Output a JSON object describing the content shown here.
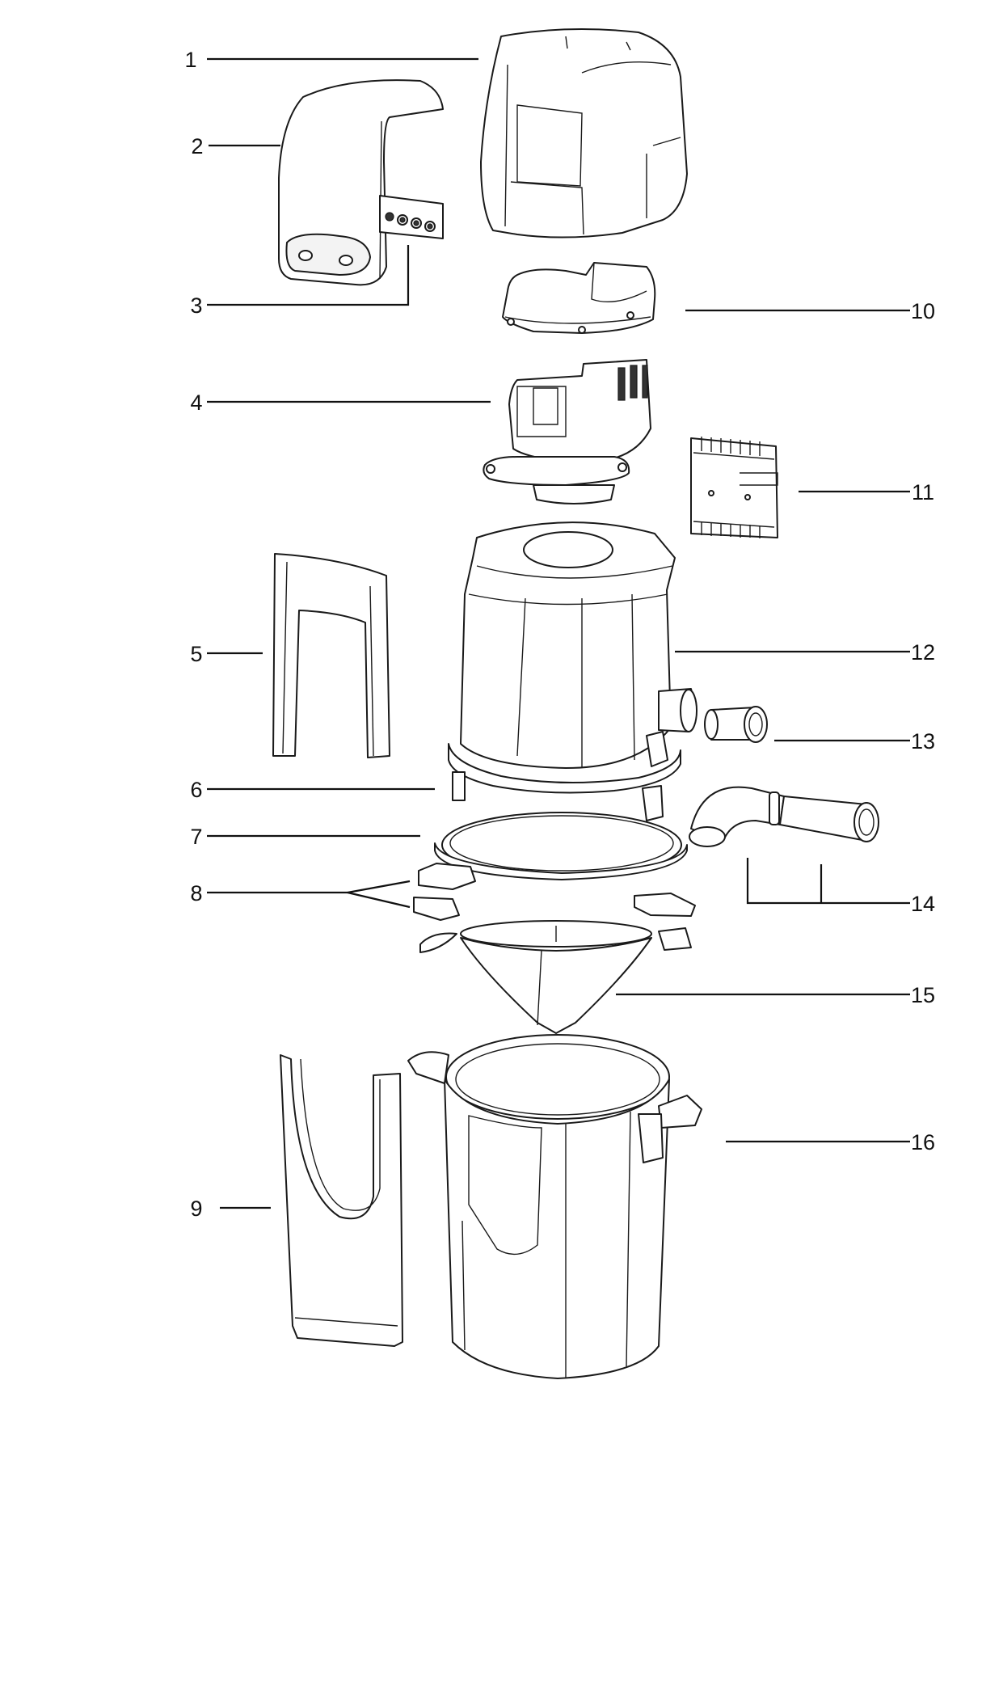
{
  "diagram": {
    "type": "exploded-parts-view",
    "callouts": [
      {
        "id": "1",
        "label": "1"
      },
      {
        "id": "2",
        "label": "2"
      },
      {
        "id": "3",
        "label": "3"
      },
      {
        "id": "4",
        "label": "4"
      },
      {
        "id": "5",
        "label": "5"
      },
      {
        "id": "6",
        "label": "6"
      },
      {
        "id": "7",
        "label": "7"
      },
      {
        "id": "8",
        "label": "8"
      },
      {
        "id": "9",
        "label": "9"
      },
      {
        "id": "10",
        "label": "10"
      },
      {
        "id": "11",
        "label": "11"
      },
      {
        "id": "12",
        "label": "12"
      },
      {
        "id": "13",
        "label": "13"
      },
      {
        "id": "14",
        "label": "14"
      },
      {
        "id": "15",
        "label": "15"
      },
      {
        "id": "16",
        "label": "16"
      }
    ],
    "colors": {
      "line": "#1a1a1a",
      "background": "#ffffff"
    }
  }
}
